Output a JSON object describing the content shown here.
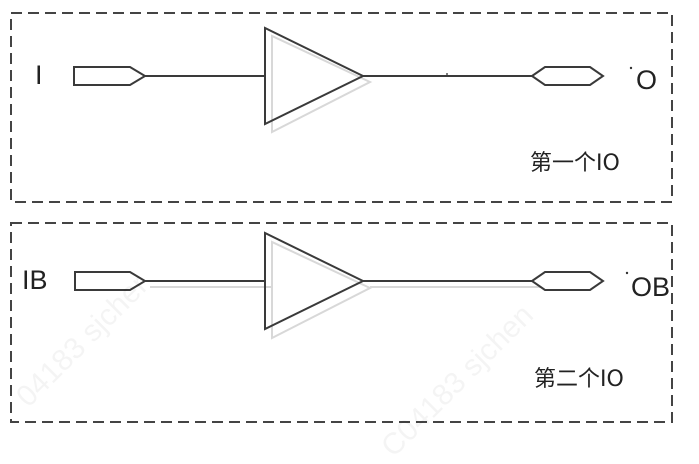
{
  "block1": {
    "input_label": "I",
    "output_label": "O",
    "caption": "第一个IO"
  },
  "block2": {
    "input_label": "IB",
    "output_label": "OB",
    "caption": "第二个IO"
  },
  "watermark": {
    "text_a": "04183 sjcher",
    "text_b": "C04183 sjchen"
  },
  "colors": {
    "stroke": "#3a3a3a",
    "frame": "#444444"
  }
}
